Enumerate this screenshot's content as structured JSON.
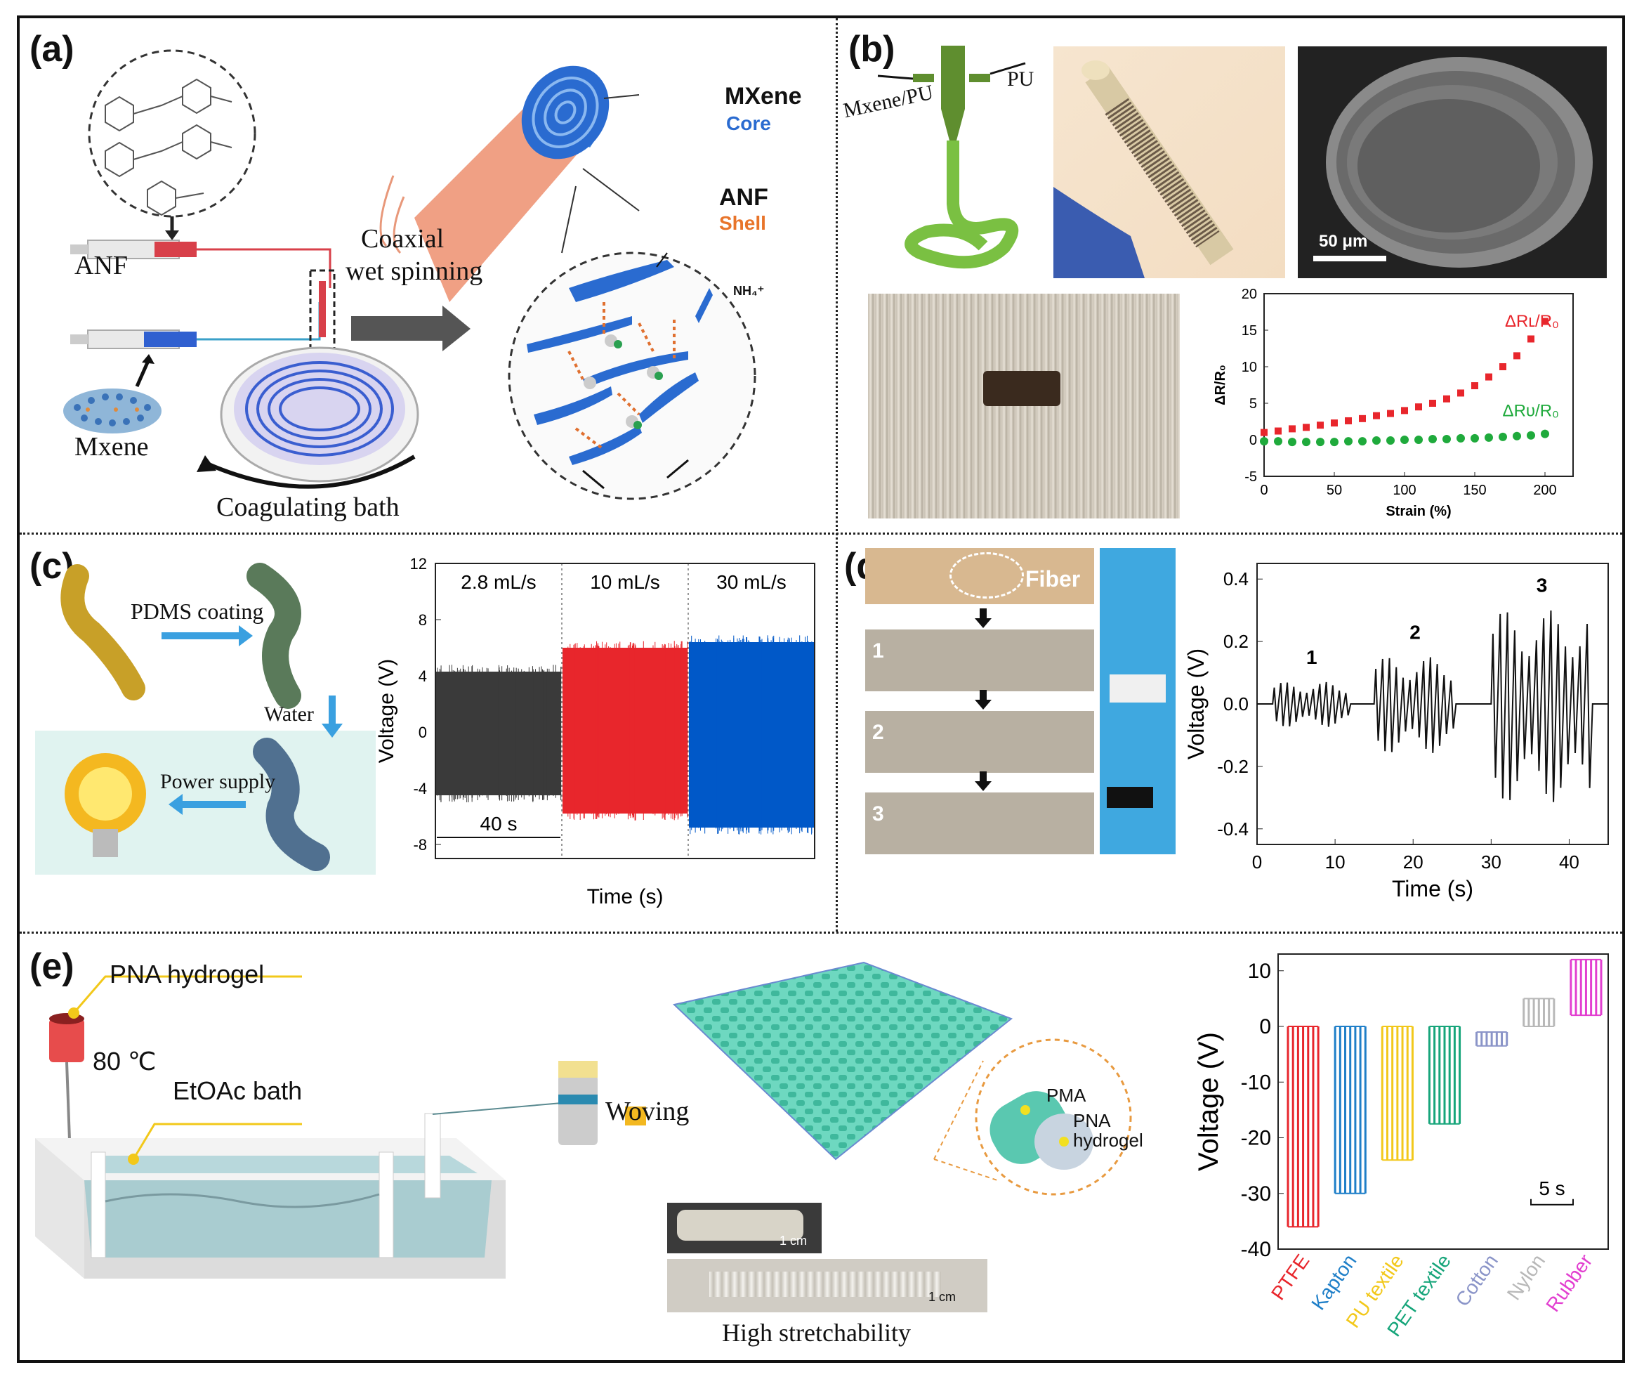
{
  "panels": {
    "a": {
      "label": "(a)",
      "anf": "ANF",
      "mxene": "Mxene",
      "process_l1": "Coaxial",
      "process_l2": "wet spinning",
      "bath": "Coagulating bath",
      "core_title": "MXene",
      "core_sub": "Core",
      "shell_title": "ANF",
      "shell_sub": "Shell",
      "nh4": "NH₄⁺"
    },
    "b": {
      "label": "(b)",
      "nozzle_left": "Mxene/PU",
      "nozzle_right": "PU",
      "scale_bar": "50 μm"
    },
    "c": {
      "label": "(c)",
      "coating": "PDMS coating",
      "water": "Water",
      "power": "Power supply",
      "interval": "40 s"
    },
    "d": {
      "label": "(d)",
      "fiber": "Fiber",
      "steps": [
        "1",
        "2",
        "3"
      ]
    },
    "e": {
      "label": "(e)",
      "hydrogel": "PNA hydrogel",
      "temp": "80 ℃",
      "bath": "EtOAc bath",
      "woving": "Woving",
      "pma": "PMA",
      "pna_l1": "PNA",
      "pna_l2": "hydrogel",
      "scale1": "1 cm",
      "scale2": "1 cm",
      "stretch": "High stretchability",
      "time_scale": "5 s"
    }
  },
  "colors": {
    "red": "#e8262c",
    "green": "#1faa3c",
    "blue": "#0058c8",
    "dark": "#3a3a3a"
  },
  "chart_data": [
    {
      "id": "b-strain",
      "type": "scatter",
      "xlabel": "Strain (%)",
      "ylabel": "ΔR/R₀",
      "xlim": [
        0,
        220
      ],
      "ylim": [
        -5,
        20
      ],
      "xticks": [
        0,
        50,
        100,
        150,
        200
      ],
      "yticks": [
        -5,
        0,
        5,
        10,
        15,
        20
      ],
      "series": [
        {
          "name": "ΔRʟ/R₀",
          "color": "#e8262c",
          "x": [
            0,
            10,
            20,
            30,
            40,
            50,
            60,
            70,
            80,
            90,
            100,
            110,
            120,
            130,
            140,
            150,
            160,
            170,
            180,
            190,
            200
          ],
          "y": [
            1.0,
            1.2,
            1.5,
            1.7,
            2.0,
            2.3,
            2.6,
            2.9,
            3.3,
            3.6,
            4.0,
            4.5,
            5.0,
            5.6,
            6.4,
            7.4,
            8.6,
            10.0,
            11.5,
            13.8,
            16.2
          ]
        },
        {
          "name": "ΔRᴜ/R₀",
          "color": "#1faa3c",
          "x": [
            0,
            10,
            20,
            30,
            40,
            50,
            60,
            70,
            80,
            90,
            100,
            110,
            120,
            130,
            140,
            150,
            160,
            170,
            180,
            190,
            200
          ],
          "y": [
            -0.2,
            -0.2,
            -0.3,
            -0.3,
            -0.3,
            -0.3,
            -0.2,
            -0.2,
            -0.1,
            -0.1,
            0.0,
            0.0,
            0.1,
            0.1,
            0.2,
            0.2,
            0.3,
            0.4,
            0.5,
            0.6,
            0.8
          ]
        }
      ]
    },
    {
      "id": "c-voltage",
      "type": "area",
      "xlabel": "Time (s)",
      "ylabel": "Voltage (V)",
      "xlim": [
        0,
        120
      ],
      "ylim": [
        -9,
        12
      ],
      "yticks": [
        -8,
        -4,
        0,
        4,
        8,
        12
      ],
      "series": [
        {
          "name": "2.8 mL/s",
          "color": "#3a3a3a",
          "x": [
            0,
            40
          ],
          "upper": 4.3,
          "lower": -4.5
        },
        {
          "name": "10 mL/s",
          "color": "#e8262c",
          "x": [
            40,
            80
          ],
          "upper": 6.0,
          "lower": -5.8
        },
        {
          "name": "30 mL/s",
          "color": "#0058c8",
          "x": [
            80,
            120
          ],
          "upper": 6.4,
          "lower": -6.8
        }
      ]
    },
    {
      "id": "d-voltage",
      "type": "line",
      "xlabel": "Time (s)",
      "ylabel": "Voltage (V)",
      "xlim": [
        0,
        45
      ],
      "ylim": [
        -0.45,
        0.45
      ],
      "xticks": [
        0,
        10,
        20,
        30,
        40
      ],
      "yticks": [
        -0.4,
        -0.2,
        0.0,
        0.2,
        0.4
      ],
      "segments": [
        {
          "label": "1",
          "start": 2,
          "end": 12,
          "amp": 0.07,
          "peaks": 12
        },
        {
          "label": "2",
          "start": 15,
          "end": 25.5,
          "amp": 0.15,
          "peaks": 12
        },
        {
          "label": "3",
          "start": 30,
          "end": 43,
          "amp": 0.3,
          "peaks": 14
        }
      ]
    },
    {
      "id": "e-voltage",
      "type": "line",
      "xlabel": "",
      "ylabel": "Voltage (V)",
      "ylim": [
        -40,
        13
      ],
      "yticks": [
        -40,
        -30,
        -20,
        -10,
        0,
        10
      ],
      "categories": [
        "PTFE",
        "Kapton",
        "PU textile",
        "PET textile",
        "Cotton",
        "Nylon",
        "Rubber"
      ],
      "series": [
        {
          "name": "PTFE",
          "color": "#e8262c",
          "min": -36,
          "max": 0
        },
        {
          "name": "Kapton",
          "color": "#1f7fc8",
          "min": -30,
          "max": 0
        },
        {
          "name": "PU textile",
          "color": "#f2c81a",
          "min": -24,
          "max": 0
        },
        {
          "name": "PET textile",
          "color": "#16a57a",
          "min": -17.5,
          "max": 0
        },
        {
          "name": "Cotton",
          "color": "#8a94c8",
          "min": -3.5,
          "max": -1
        },
        {
          "name": "Nylon",
          "color": "#b8b8b8",
          "min": 0,
          "max": 5
        },
        {
          "name": "Rubber",
          "color": "#e23fd0",
          "min": 2,
          "max": 12
        }
      ]
    }
  ]
}
